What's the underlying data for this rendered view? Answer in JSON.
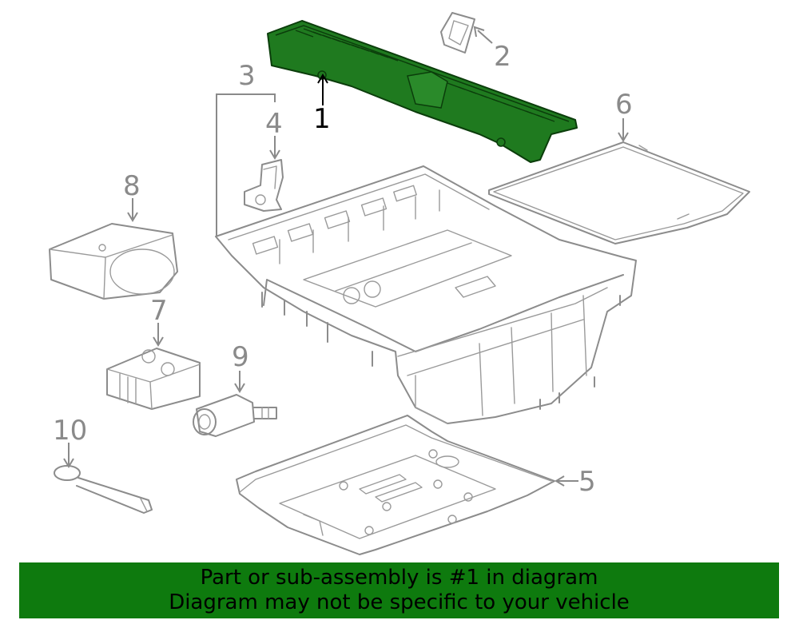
{
  "diagram": {
    "callouts": [
      {
        "number": "1",
        "highlighted": true
      },
      {
        "number": "2",
        "highlighted": false
      },
      {
        "number": "3",
        "highlighted": false
      },
      {
        "number": "4",
        "highlighted": false
      },
      {
        "number": "5",
        "highlighted": false
      },
      {
        "number": "6",
        "highlighted": false
      },
      {
        "number": "7",
        "highlighted": false
      },
      {
        "number": "8",
        "highlighted": false
      },
      {
        "number": "9",
        "highlighted": false
      },
      {
        "number": "10",
        "highlighted": false
      }
    ],
    "highlight_color": "#1a7a1a",
    "line_color": "#8c8c8c"
  },
  "banner": {
    "line1": "Part or sub-assembly is #1 in diagram",
    "line2": "Diagram may not be specific to your vehicle",
    "background": "#0e7a0e"
  }
}
